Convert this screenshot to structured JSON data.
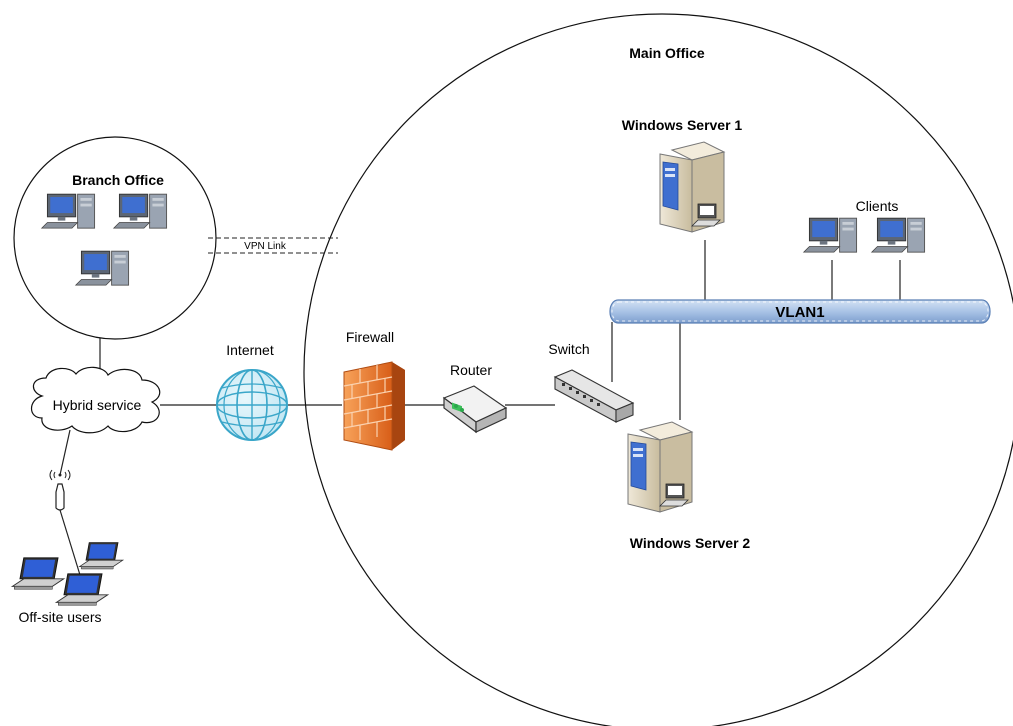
{
  "labels": {
    "main_office": "Main Office",
    "branch_office": "Branch Office",
    "vpn_link": "VPN Link",
    "windows_server_1": "Windows Server 1",
    "windows_server_2": "Windows Server 2",
    "clients": "Clients",
    "vlan": "VLAN1",
    "internet": "Internet",
    "firewall": "Firewall",
    "router": "Router",
    "switch": "Switch",
    "hybrid_service": "Hybrid service",
    "offsite_users": "Off-site users"
  },
  "icons": {
    "server": "server-tower-icon",
    "workstation": "desktop-computer-icon",
    "laptop": "laptop-icon",
    "globe": "globe-icon",
    "firewall": "brick-wall-icon",
    "router": "router-icon",
    "switch": "network-switch-icon",
    "antenna": "wireless-antenna-icon",
    "cloud": "cloud-icon"
  },
  "colors": {
    "vlan_fill": "#a9c3e6",
    "vlan_border": "#5a7fb5",
    "firewall": "#f07a2a",
    "globe": "#3aa6c9",
    "server_body": "#e0d6c0",
    "screen": "#3f6fd0"
  }
}
